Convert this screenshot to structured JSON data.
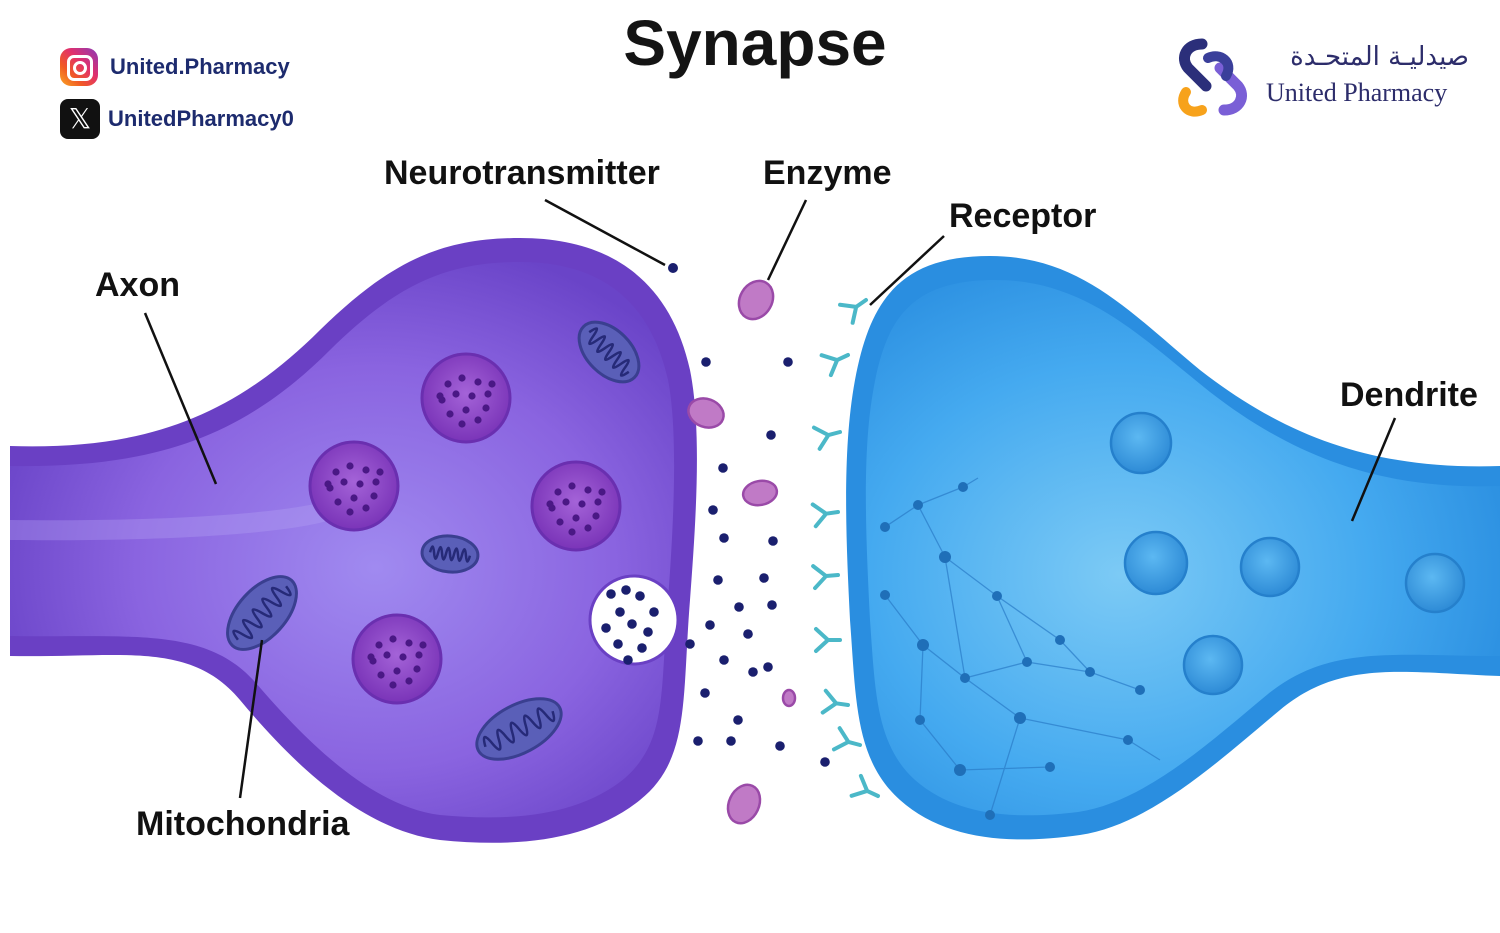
{
  "title": "Synapse",
  "social": {
    "instagram": {
      "icon": "instagram-icon",
      "handle": "United.Pharmacy"
    },
    "x": {
      "icon": "x-logo-icon",
      "handle": "UnitedPharmacy0"
    }
  },
  "brand": {
    "name_ar": "صيدليـة المتحـدة",
    "name_en": "United Pharmacy",
    "logo_colors": [
      "#2b2f7a",
      "#f7a21b",
      "#7a5fd6"
    ]
  },
  "labels": {
    "neurotransmitter": "Neurotransmitter",
    "enzyme": "Enzyme",
    "receptor": "Receptor",
    "axon": "Axon",
    "dendrite": "Dendrite",
    "mitochondria": "Mitochondria"
  },
  "colors": {
    "axon": "#7b54dc",
    "dendrite": "#2f9ae8",
    "vesicle": "#8e44c7",
    "mitochondria": "#4a4fa0",
    "neurotransmitter": "#1a1f6e",
    "enzyme": "#c07ac6",
    "receptor": "#4bb8c8"
  }
}
